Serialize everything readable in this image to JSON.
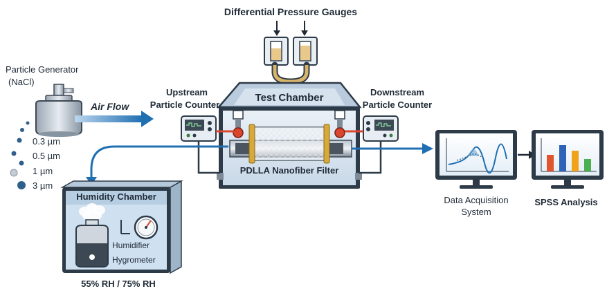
{
  "labels": {
    "pressure_gauges": "Differential Pressure Gauges",
    "particle_generator_line1": "Particle Generator",
    "particle_generator_line2": "(NaCl)",
    "air_flow": "Air Flow",
    "upstream_line1": "Upstream",
    "upstream_line2": "Particle Counter",
    "test_chamber": "Test Chamber",
    "downstream_line1": "Downstream",
    "downstream_line2": "Particle Counter",
    "filter": "PDLLA Nanofiber Filter",
    "humidity_chamber": "Humidity Chamber",
    "humidifier": "Humidifier",
    "hygrometer": "Hygrometer",
    "humidity_levels": "55% RH / 75% RH",
    "daq_line1": "Data Acquisition",
    "daq_line2": "System",
    "spss": "SPSS Analysis"
  },
  "particle_sizes": [
    "0.3 µm",
    "0.5 µm",
    "1 µm",
    "3 µm"
  ],
  "colors": {
    "flow_arrow": "#1f6fb2",
    "chamber_panel": "#dce8f3",
    "filter_gold": "#d8a93a",
    "probe_red": "#d9452f",
    "humidity_panel": "#cfe0f0",
    "dark_dot": "#2f5f8a"
  },
  "bar_colors": [
    "#e0552e",
    "#2e63b8",
    "#f0a21b",
    "#4caf50"
  ]
}
